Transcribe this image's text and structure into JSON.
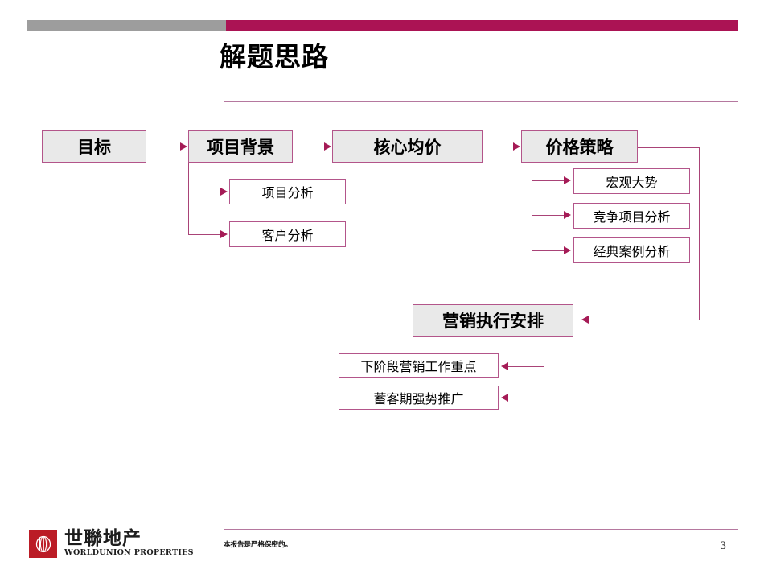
{
  "header": {
    "title": "解题思路",
    "bar_gray_color": "#9d9d9d",
    "bar_magenta_color": "#ab1354",
    "rule_color": "#b5789f"
  },
  "diagram": {
    "accent_color": "#a51b56",
    "box_border_color": "#b3558a",
    "box_fill_shaded": "#e9e9e9",
    "box_fill_plain": "#ffffff",
    "main_row": [
      {
        "id": "goal",
        "label": "目标"
      },
      {
        "id": "background",
        "label": "项目背景"
      },
      {
        "id": "core-price",
        "label": "核心均价"
      },
      {
        "id": "price-strategy",
        "label": "价格策略"
      }
    ],
    "background_children": [
      {
        "id": "project-analysis",
        "label": "项目分析"
      },
      {
        "id": "customer-analysis",
        "label": "客户分析"
      }
    ],
    "price_children": [
      {
        "id": "macro-trend",
        "label": "宏观大势"
      },
      {
        "id": "competitor",
        "label": "竞争项目分析"
      },
      {
        "id": "classic-case",
        "label": "经典案例分析"
      }
    ],
    "execution": {
      "id": "marketing-execution",
      "label": "营销执行安排"
    },
    "execution_children": [
      {
        "id": "next-stage-focus",
        "label": "下阶段营销工作重点"
      },
      {
        "id": "buildup-promo",
        "label": "蓄客期强势推广"
      }
    ]
  },
  "footer": {
    "logo_cn": "世聯地产",
    "logo_en": "WORLDUNION PROPERTIES",
    "logo_color": "#bb1c26",
    "confidential": "本报告是严格保密的。",
    "page_number": "3"
  }
}
